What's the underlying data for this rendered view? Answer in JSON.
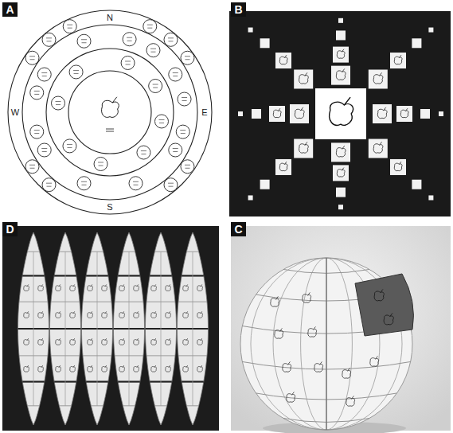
{
  "diagram": {
    "nodes": [
      {
        "text": [
          "A"
        ]
      },
      {
        "text": [
          "B"
        ]
      },
      {
        "text": [
          "D"
        ]
      },
      {
        "text": [
          "C"
        ]
      }
    ],
    "labels": [
      "N",
      "W",
      "E",
      "S"
    ]
  }
}
